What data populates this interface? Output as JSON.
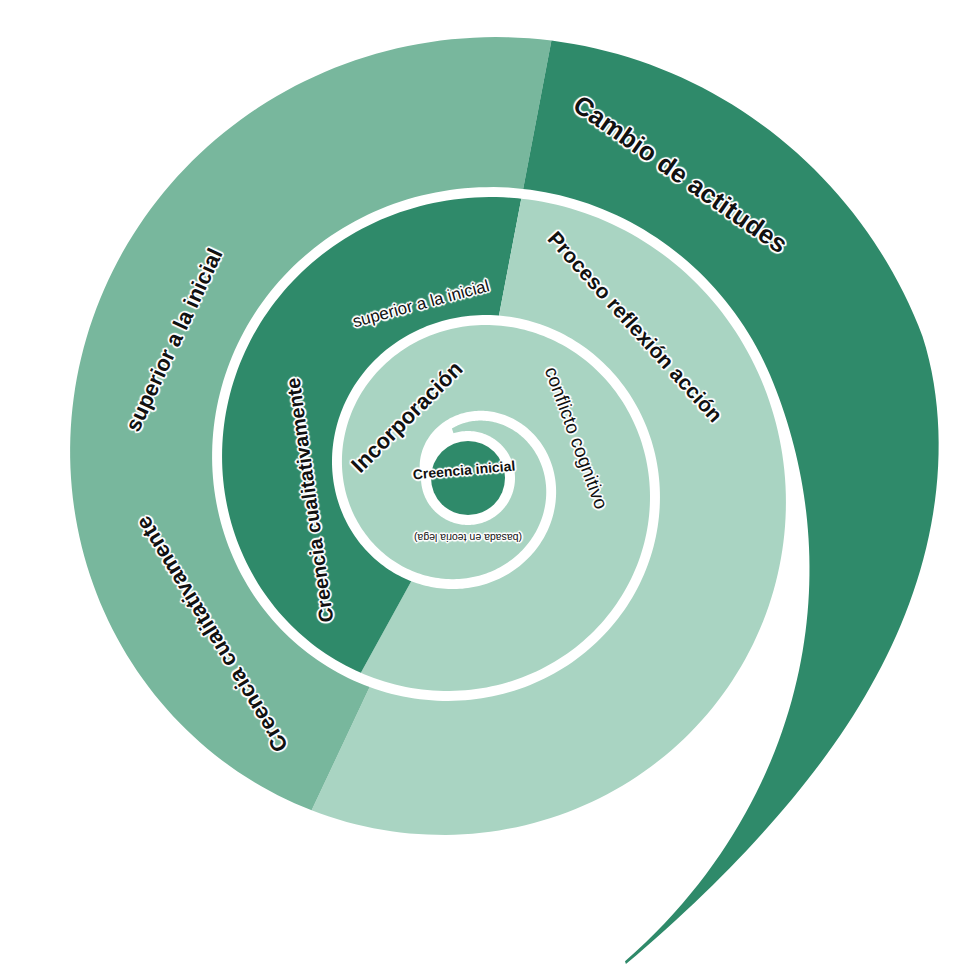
{
  "diagram": {
    "nodes": [
      {
        "text": [
          "Creencia inicial",
          "(basada en teoria lega)"
        ]
      },
      {
        "text": [
          "Incorporación",
          "conflicto cognitivo"
        ]
      },
      {
        "text": [
          "Creencia cualitativamente",
          "superior a la inicial"
        ]
      },
      {
        "text": [
          "Proceso reflexión acción"
        ]
      },
      {
        "text": [
          "Creencia cualitativamente",
          "superior a la inicial"
        ]
      },
      {
        "text": [
          "Cambio de actitudes"
        ]
      }
    ]
  }
}
